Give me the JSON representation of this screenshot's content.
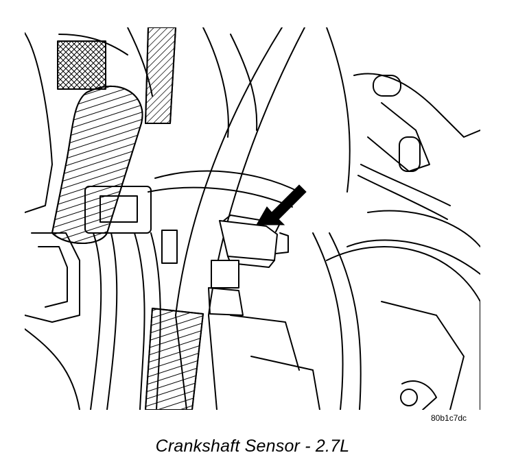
{
  "figure": {
    "reference_code": "80b1c7dc",
    "caption": "Crankshaft Sensor - 2.7L"
  },
  "parts": [
    {
      "name": "crankshaft-sensor",
      "icon": "sensor-icon"
    },
    {
      "name": "pointer-arrow",
      "icon": "arrow-icon"
    }
  ]
}
